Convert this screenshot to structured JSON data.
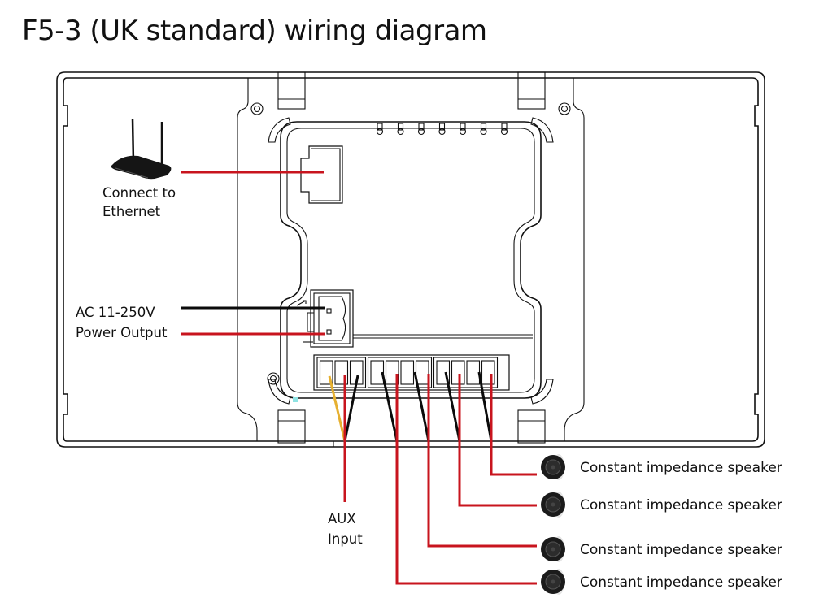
{
  "title": "F5-3 (UK standard) wiring diagram",
  "labels": {
    "ethernet_line1": "Connect to",
    "ethernet_line2": "Ethernet",
    "power_line1": "AC 11-250V",
    "power_line2": "Power Output",
    "aux_line1": "AUX",
    "aux_line2": "Input"
  },
  "speakers": [
    {
      "label": "Constant impedance speaker"
    },
    {
      "label": "Constant impedance speaker"
    },
    {
      "label": "Constant impedance speaker"
    },
    {
      "label": "Constant impedance speaker"
    }
  ],
  "terminal_block": {
    "groups": [
      3,
      4,
      4
    ],
    "led_count": 7
  },
  "colors": {
    "live_wire": "#c8141e",
    "neutral_wire": "#0b0b0b",
    "aux_wire": "#e6b030",
    "outline": "#111111"
  }
}
